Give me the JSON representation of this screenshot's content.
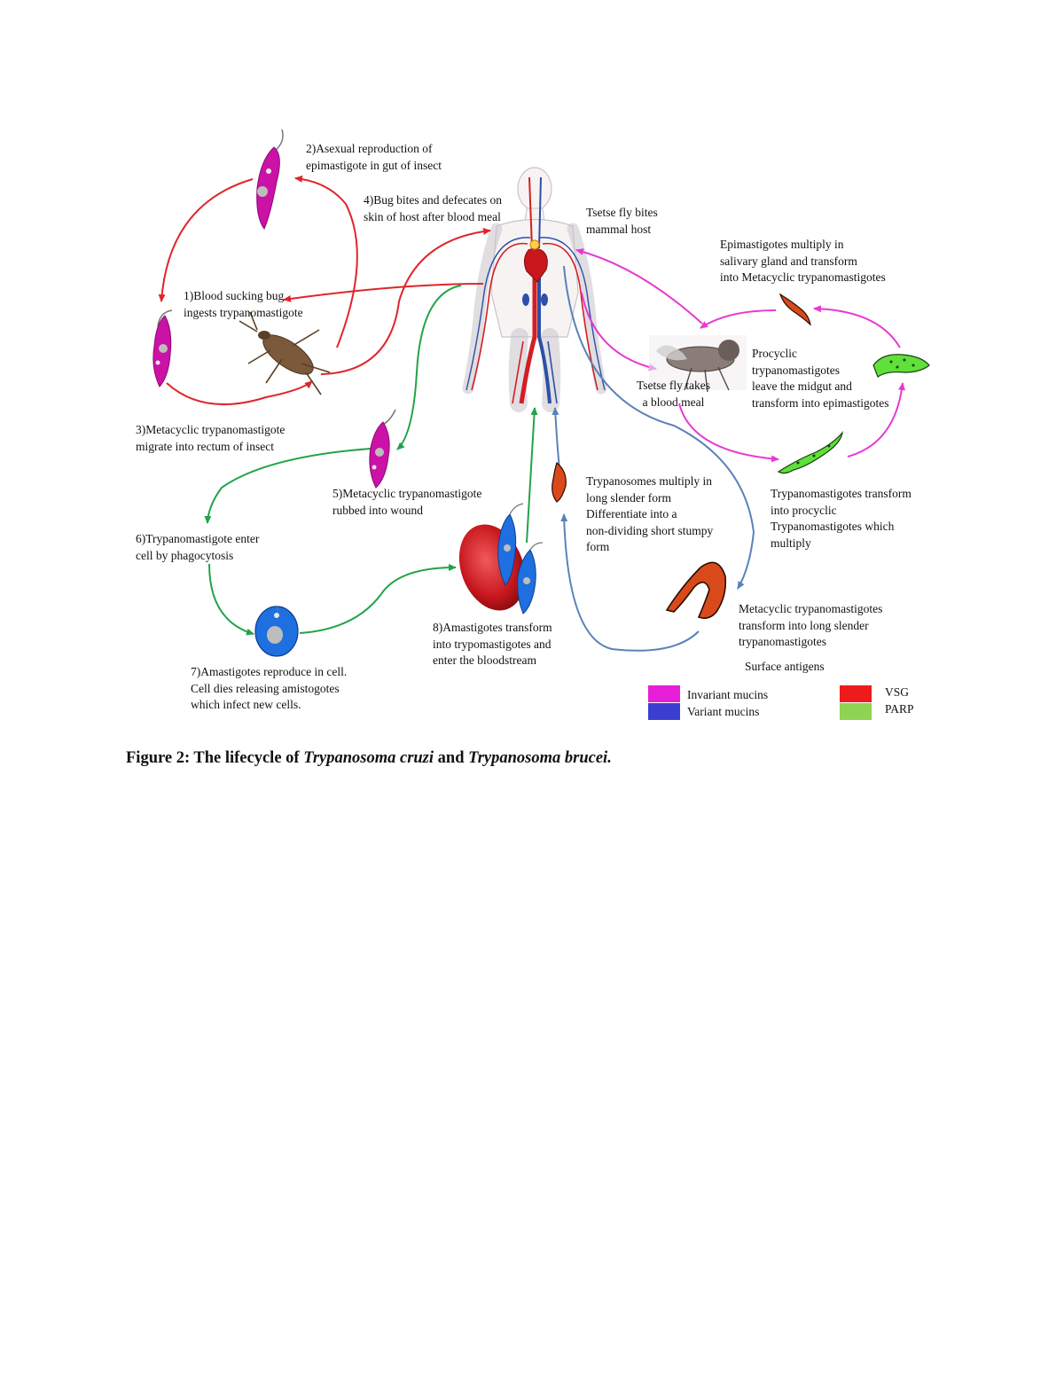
{
  "steps": {
    "s1": "1)Blood sucking bug\ningests trypanomastigote",
    "s2": "2)Asexual reproduction of\nepimastigote in gut of insect",
    "s3": "3)Metacyclic trypanomastigote\nmigrate into rectum of insect",
    "s4": "4)Bug bites and defecates on\nskin of host after blood meal",
    "s5": "5)Metacyclic trypanomastigote\nrubbed into wound",
    "s6": "6)Trypanomastigote enter\ncell by phagocytosis",
    "s7": "7)Amastigotes reproduce in cell.\nCell dies releasing amistogotes\nwhich infect new cells.",
    "s8": "8)Amastigotes transform\ninto trypomastigotes and\nenter the bloodstream"
  },
  "brucei": {
    "tsetse_bites": "Tsetse fly bites\nmammal host",
    "epimastigotes_multiply": "Epimastigotes multiply in\nsalivary gland and transform\ninto Metacyclic trypanomastigotes",
    "procyclic_leave": "Procyclic\ntrypanomastigotes\n leave the midgut and\ntransform into epimastigotes",
    "tsetse_takes": "Tsetse fly takes\na blood meal",
    "transform_procyclic": "Trypanomastigotes transform\n into  procyclic\nTrypanomastigotes which\nmultiply",
    "multiply_slender": "Trypanosomes multiply in\nlong slender form\nDifferentiate into a\nnon-dividing short stumpy\nform",
    "metacyclic_slender": "Metacyclic trypanomastigotes\ntransform into long slender\ntrypanomastigotes"
  },
  "legend": {
    "title": "Surface antigens",
    "items": [
      {
        "label": "Invariant mucins",
        "color": "#e61fd6"
      },
      {
        "label": "Variant mucins",
        "color": "#3a3fd0"
      },
      {
        "label": "VSG",
        "color": "#ee1b1b"
      },
      {
        "label": "PARP",
        "color": "#8fd353"
      }
    ]
  },
  "caption": {
    "prefix": "Figure 2: The lifecycle of ",
    "species1": "Trypanosoma cruzi",
    "middle": " and ",
    "species2": "Trypanosoma brucei."
  },
  "colors": {
    "cruzi_insect_arrows": "#e0252a",
    "cruzi_host_arrows": "#22a34a",
    "brucei_fly_arrows": "#e63ad1",
    "brucei_host_arrows": "#5a82b8",
    "epimastigote": "#cc12a6",
    "amastigote_cell": "#1e6fe0",
    "rbc": "#c8181e"
  }
}
